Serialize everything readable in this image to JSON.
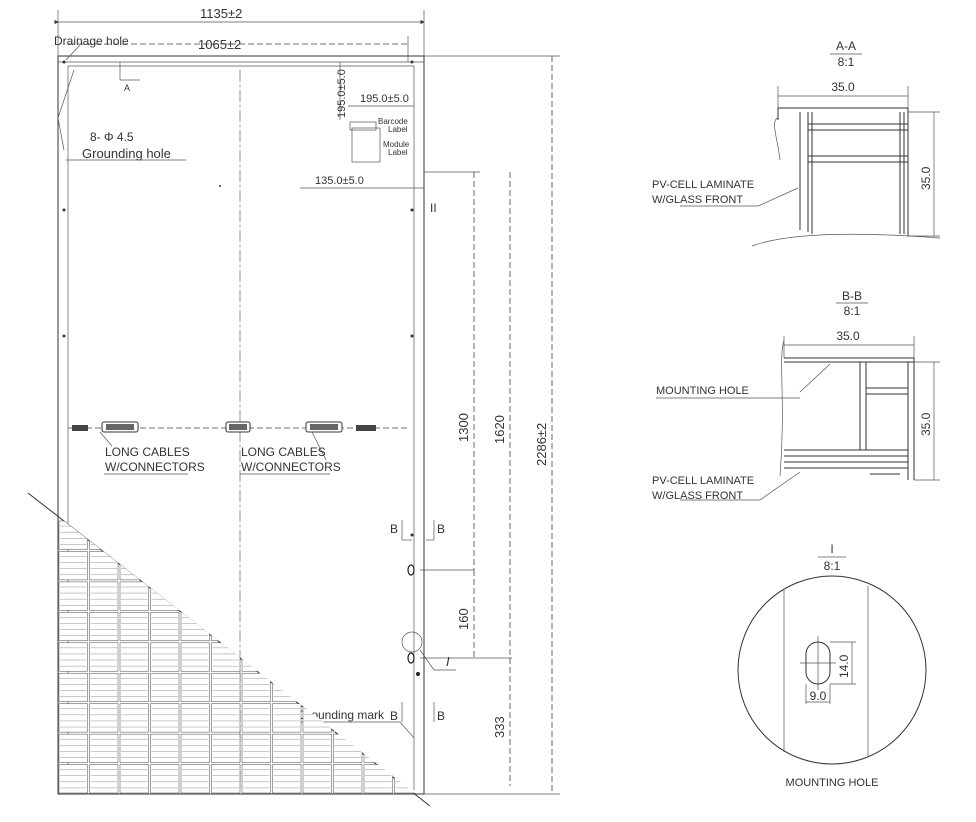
{
  "front_view": {
    "width_overall": "1135±2",
    "width_inner": "1065±2",
    "drainage_hole": "Drainage hole",
    "section_a": "A",
    "grounding_holes_count": "8- Φ 4.5",
    "grounding_hole": "Grounding hole",
    "dim_195_vertical": "195.0±5.0",
    "dim_195_horizontal": "195.0±5.0",
    "barcode_label": [
      "Barcode",
      "Label"
    ],
    "module_label": [
      "Module",
      "Label"
    ],
    "dim_135": "135.0±5.0",
    "detail_ii": "II",
    "long_cables_1": [
      "LONG CABLES",
      "W/CONNECTORS"
    ],
    "long_cables_2": [
      "LONG CABLES",
      "W/CONNECTORS"
    ],
    "dim_1300": "1300",
    "dim_1620": "1620",
    "dim_2286": "2286±2",
    "dim_160": "160",
    "dim_333": "333",
    "section_b": "B",
    "detail_i": "I",
    "grounding_mark": "Grounding mark"
  },
  "section_aa": {
    "title": "A-A",
    "scale": "8:1",
    "dim_width": "35.0",
    "dim_height": "35.0",
    "laminate": [
      "PV-CELL LAMINATE",
      "W/GLASS FRONT"
    ]
  },
  "section_bb": {
    "title": "B-B",
    "scale": "8:1",
    "dim_width": "35.0",
    "dim_height": "35.0",
    "mounting_hole": "MOUNTING HOLE",
    "laminate": [
      "PV-CELL LAMINATE",
      "W/GLASS FRONT"
    ]
  },
  "detail_i": {
    "title": "I",
    "scale": "8:1",
    "dim_height": "14.0",
    "dim_width": "9.0",
    "caption": "MOUNTING HOLE"
  }
}
